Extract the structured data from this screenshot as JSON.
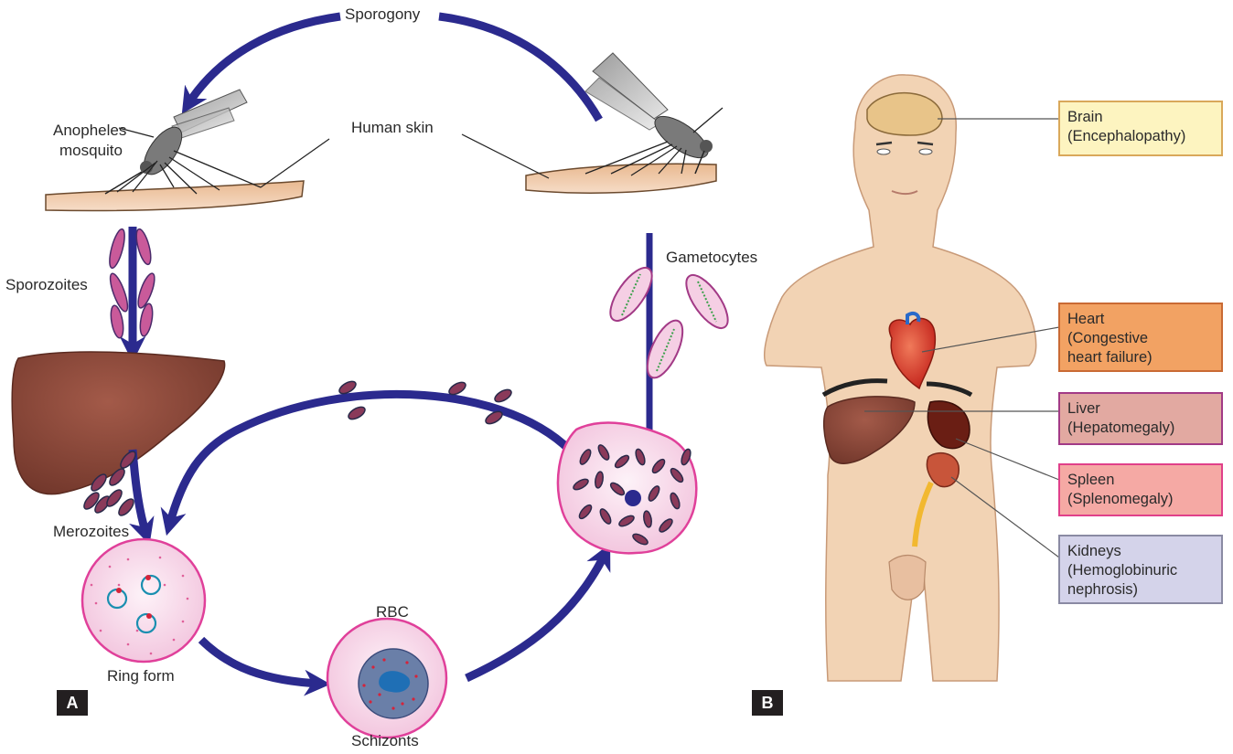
{
  "panel_a": {
    "tag": "A",
    "labels": {
      "sporogony": "Sporogony",
      "anopheles_line1": "Anopheles",
      "anopheles_line2": "mosquito",
      "human_skin": "Human skin",
      "sporozoites": "Sporozoites",
      "gametocytes": "Gametocytes",
      "merozoites": "Merozoites",
      "ring_form": "Ring form",
      "rbc": "RBC",
      "schizonts": "Schizonts"
    }
  },
  "panel_b": {
    "tag": "B",
    "organs": [
      {
        "line1": "Brain",
        "line2": "(Encephalopathy)",
        "line3": "",
        "fill": "#fdf4c0",
        "border": "#d9a85a"
      },
      {
        "line1": "Heart",
        "line2": "(Congestive",
        "line3": "heart failure)",
        "fill": "#f2a263",
        "border": "#c96a34"
      },
      {
        "line1": "Liver",
        "line2": "(Hepatomegaly)",
        "line3": "",
        "fill": "#e2a9a1",
        "border": "#a23a86"
      },
      {
        "line1": "Spleen",
        "line2": "(Splenomegaly)",
        "line3": "",
        "fill": "#f5a9a4",
        "border": "#e0408a"
      },
      {
        "line1": "Kidneys",
        "line2": "(Hemoglobinuric",
        "line3": "nephrosis)",
        "fill": "#d4d3ea",
        "border": "#8a8aa3"
      }
    ]
  },
  "colors": {
    "arrow": "#2b2a8e",
    "skin": "#f2d3b4",
    "rbc_fill": "#f7d6ea",
    "rbc_border": "#e0409a",
    "liver": "#8e4a3c"
  }
}
